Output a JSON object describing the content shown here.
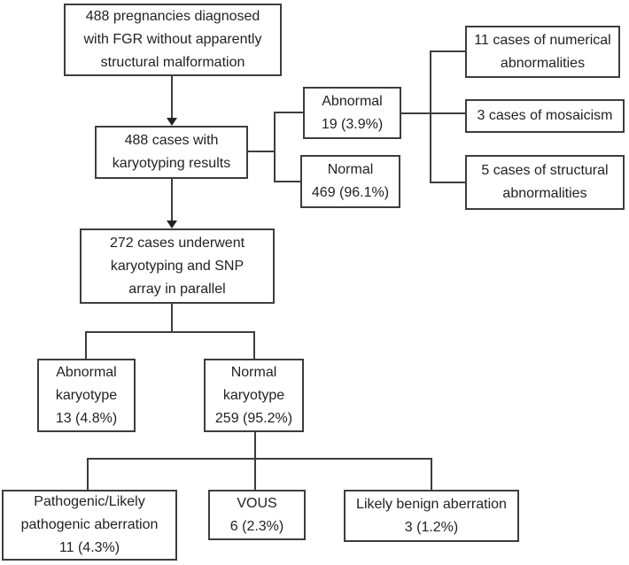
{
  "diagram": {
    "title": "FGR karyotyping and SNP array study flowchart",
    "colors": {
      "background": "#ffffff",
      "line": "#3d3d3d",
      "text": "#222222"
    },
    "nodes": {
      "fgr": {
        "lines": [
          "488 pregnancies diagnosed",
          "with FGR without apparently",
          "structural malformation"
        ]
      },
      "karyotyping_results": {
        "lines": [
          "488 cases with",
          "karyotyping results"
        ]
      },
      "abnormal": {
        "lines": [
          "Abnormal",
          "19 (3.9%)"
        ]
      },
      "normal": {
        "lines": [
          "Normal",
          "469 (96.1%)"
        ]
      },
      "numerical": {
        "lines": [
          "11 cases of numerical",
          "abnormalities"
        ]
      },
      "mosaicism": {
        "lines": [
          "3 cases of mosaicism"
        ]
      },
      "structural": {
        "lines": [
          "5 cases of structural",
          "abnormalities"
        ]
      },
      "parallel": {
        "lines": [
          "272 cases underwent",
          "karyotyping and SNP",
          "array in parallel"
        ]
      },
      "abnormal_karyotype": {
        "lines": [
          "Abnormal",
          "karyotype",
          "13 (4.8%)"
        ]
      },
      "normal_karyotype": {
        "lines": [
          "Normal",
          "karyotype",
          "259 (95.2%)"
        ]
      },
      "pathogenic": {
        "lines": [
          "Pathogenic/Likely",
          "pathogenic aberration",
          "11 (4.3%)"
        ]
      },
      "vous": {
        "lines": [
          "VOUS",
          "6 (2.3%)"
        ]
      },
      "likely_benign": {
        "lines": [
          "Likely benign aberration",
          "3 (1.2%)"
        ]
      }
    }
  }
}
